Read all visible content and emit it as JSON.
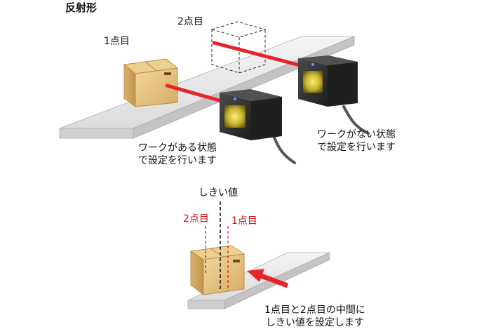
{
  "title": "反射形",
  "top": {
    "point1": "1点目",
    "point2": "2点目",
    "caption_with_work": "ワークがある状態\nで設定を行います",
    "caption_without_work": "ワークがない状態\nで設定を行います"
  },
  "bottom": {
    "threshold": "しきい値",
    "point2": "2点目",
    "point1": "1点目",
    "caption": "1点目と2点目の中間に\nしきい値を設定します"
  },
  "colors": {
    "beam": "#e8242b",
    "dashed_red": "#d1141a",
    "box": "#e3bf7c",
    "belt": "#e9e9e9",
    "sensor_body": "#2b2b2b"
  }
}
